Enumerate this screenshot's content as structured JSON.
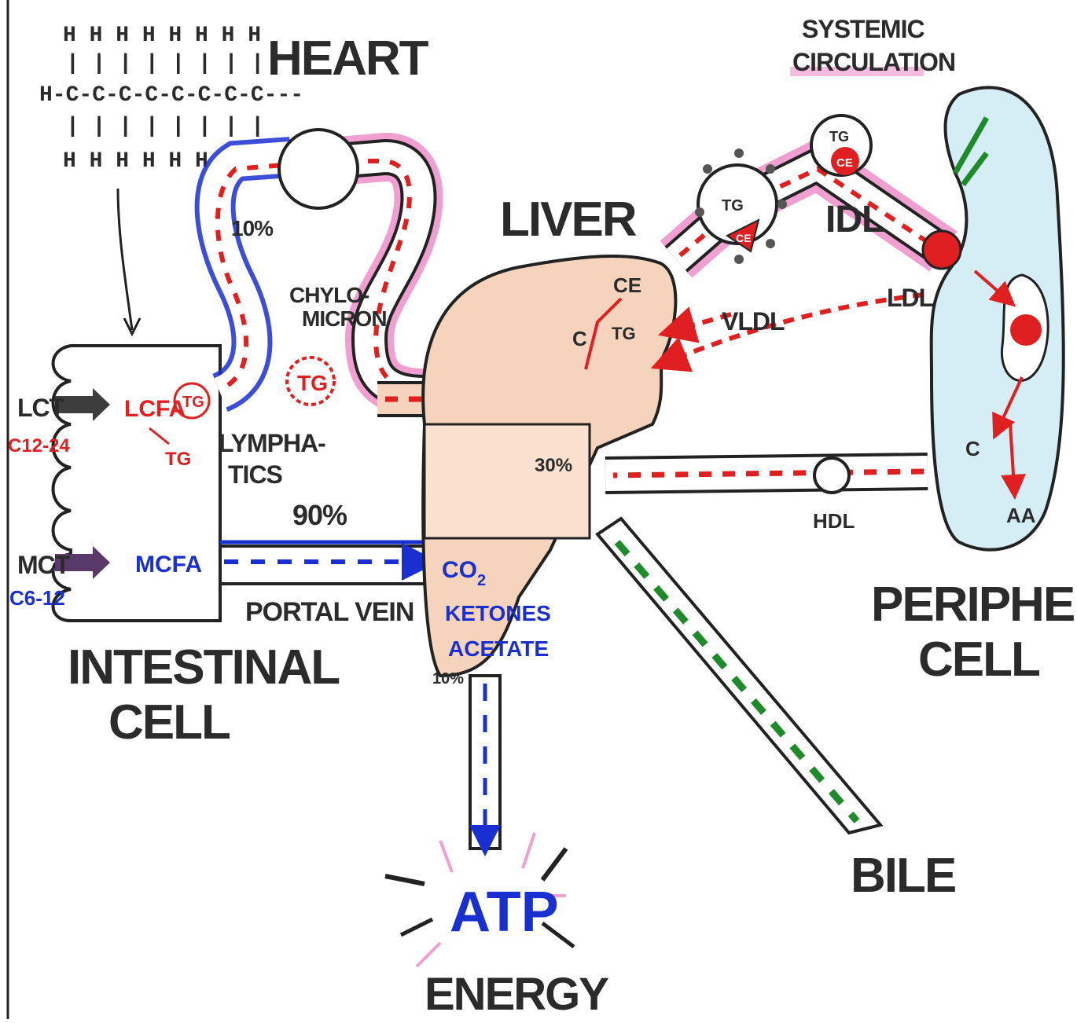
{
  "labels": {
    "heart": "HEART",
    "liver": "LIVER",
    "systemic_line1": "SYSTEMIC",
    "systemic_line2": "CIRCULATION",
    "chylomicron_line1": "CHYLO-",
    "chylomicron_line2": "MICRON",
    "lymphatics_line1": "LYMPHA-",
    "lymphatics_line2": "TICS",
    "portal_vein": "PORTAL VEIN",
    "intestinal_line1": "INTESTINAL",
    "intestinal_line2": "CELL",
    "peripheral_line1": "PERIPHERAL",
    "peripheral_line2": "CELL",
    "bile": "BILE",
    "atp": "ATP",
    "energy": "ENERGY",
    "vldl": "VLDL",
    "idl": "IDL",
    "ldl": "LDL",
    "hdl": "HDL",
    "lct": "LCT",
    "lct_range": "C12-24",
    "mct": "MCT",
    "mct_range": "C6-12",
    "lcfa": "LCFA",
    "mcfa": "MCFA",
    "tg": "TG",
    "ce": "CE",
    "c": "C",
    "aa": "AA",
    "co2": "CO",
    "co2_sub": "2",
    "ketones": "KETONES",
    "acetate": "ACETATE",
    "pct_10": "10%",
    "pct_90": "90%",
    "pct_30": "30%",
    "pct_10_liver": "10%"
  },
  "fatty_acid": {
    "top_row": "H H H H H H  H H",
    "bonds": "| | | | | | | |",
    "chain": "H-C-C-C-C-C-C-C-C---",
    "bottom_row": "H H H H H H  H H"
  },
  "colors": {
    "red": "#e02020",
    "blue": "#1a2fd0",
    "green": "#1f8a2a",
    "pink": "#f0a0d0",
    "peach": "#f6d3bd",
    "skyblue": "#d5eef5",
    "dark": "#2b2b2b"
  }
}
